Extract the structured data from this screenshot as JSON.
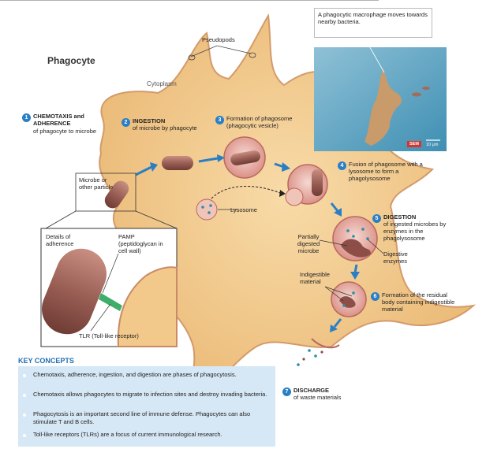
{
  "title": "Phagocyte",
  "labels": {
    "pseudopods": "Pseudopods",
    "cytoplasm": "Cytoplasm",
    "callout": "A phagocytic macrophage moves towards nearby bacteria.",
    "sem_badge": "SEM",
    "scale_bar": "10 μm",
    "step1_bold": "CHEMOTAXIS and ADHERENCE",
    "step1_text": "of phagocyte to microbe",
    "step2_bold": "INGESTION",
    "step2_text": "of microbe by phagocyte",
    "step3_text": "Formation of phagosome (phagocytic vesicle)",
    "step4_text": "Fusion of phagosome with a lysosome to form a phagolysosome",
    "step5_bold": "DIGESTION",
    "step5_text": "of ingested microbes by enzymes in the phagolysosome",
    "step6_text": "Formation of the residual body containing indigestible material",
    "step7_bold": "DISCHARGE",
    "step7_text": "of waste materials",
    "microbe": "Microbe or other particle",
    "lysosome": "Lysosome",
    "partially_digested": "Partially digested microbe",
    "digestive_enzymes": "Digestive enzymes",
    "indigestible": "Indigestible material",
    "details": "Details of adherence",
    "pamp": "PAMP (peptidoglycan in cell wall)",
    "tlr": "TLR (Toll-like receptor)"
  },
  "step_numbers": [
    "1",
    "2",
    "3",
    "4",
    "5",
    "6",
    "7"
  ],
  "key_concepts": {
    "title": "KEY CONCEPTS",
    "items": [
      "Chemotaxis, adherence, ingestion, and digestion are phases of phagocytosis.",
      "Chemotaxis allows phagocytes to migrate to infection sites and destroy invading bacteria.",
      "Phagocytosis is an important second line of immune defense. Phagocytes can also stimulate T and B cells.",
      "Toll-like receptors (TLRs) are a focus of current immunological research."
    ]
  },
  "colors": {
    "cytoplasm": "#f3c98b",
    "membrane": "#c98a67",
    "accent_blue": "#2a7fc4",
    "microbe": "#9a5f55",
    "key_box": "#d6e7f5",
    "tlr_green": "#3fae6a"
  }
}
